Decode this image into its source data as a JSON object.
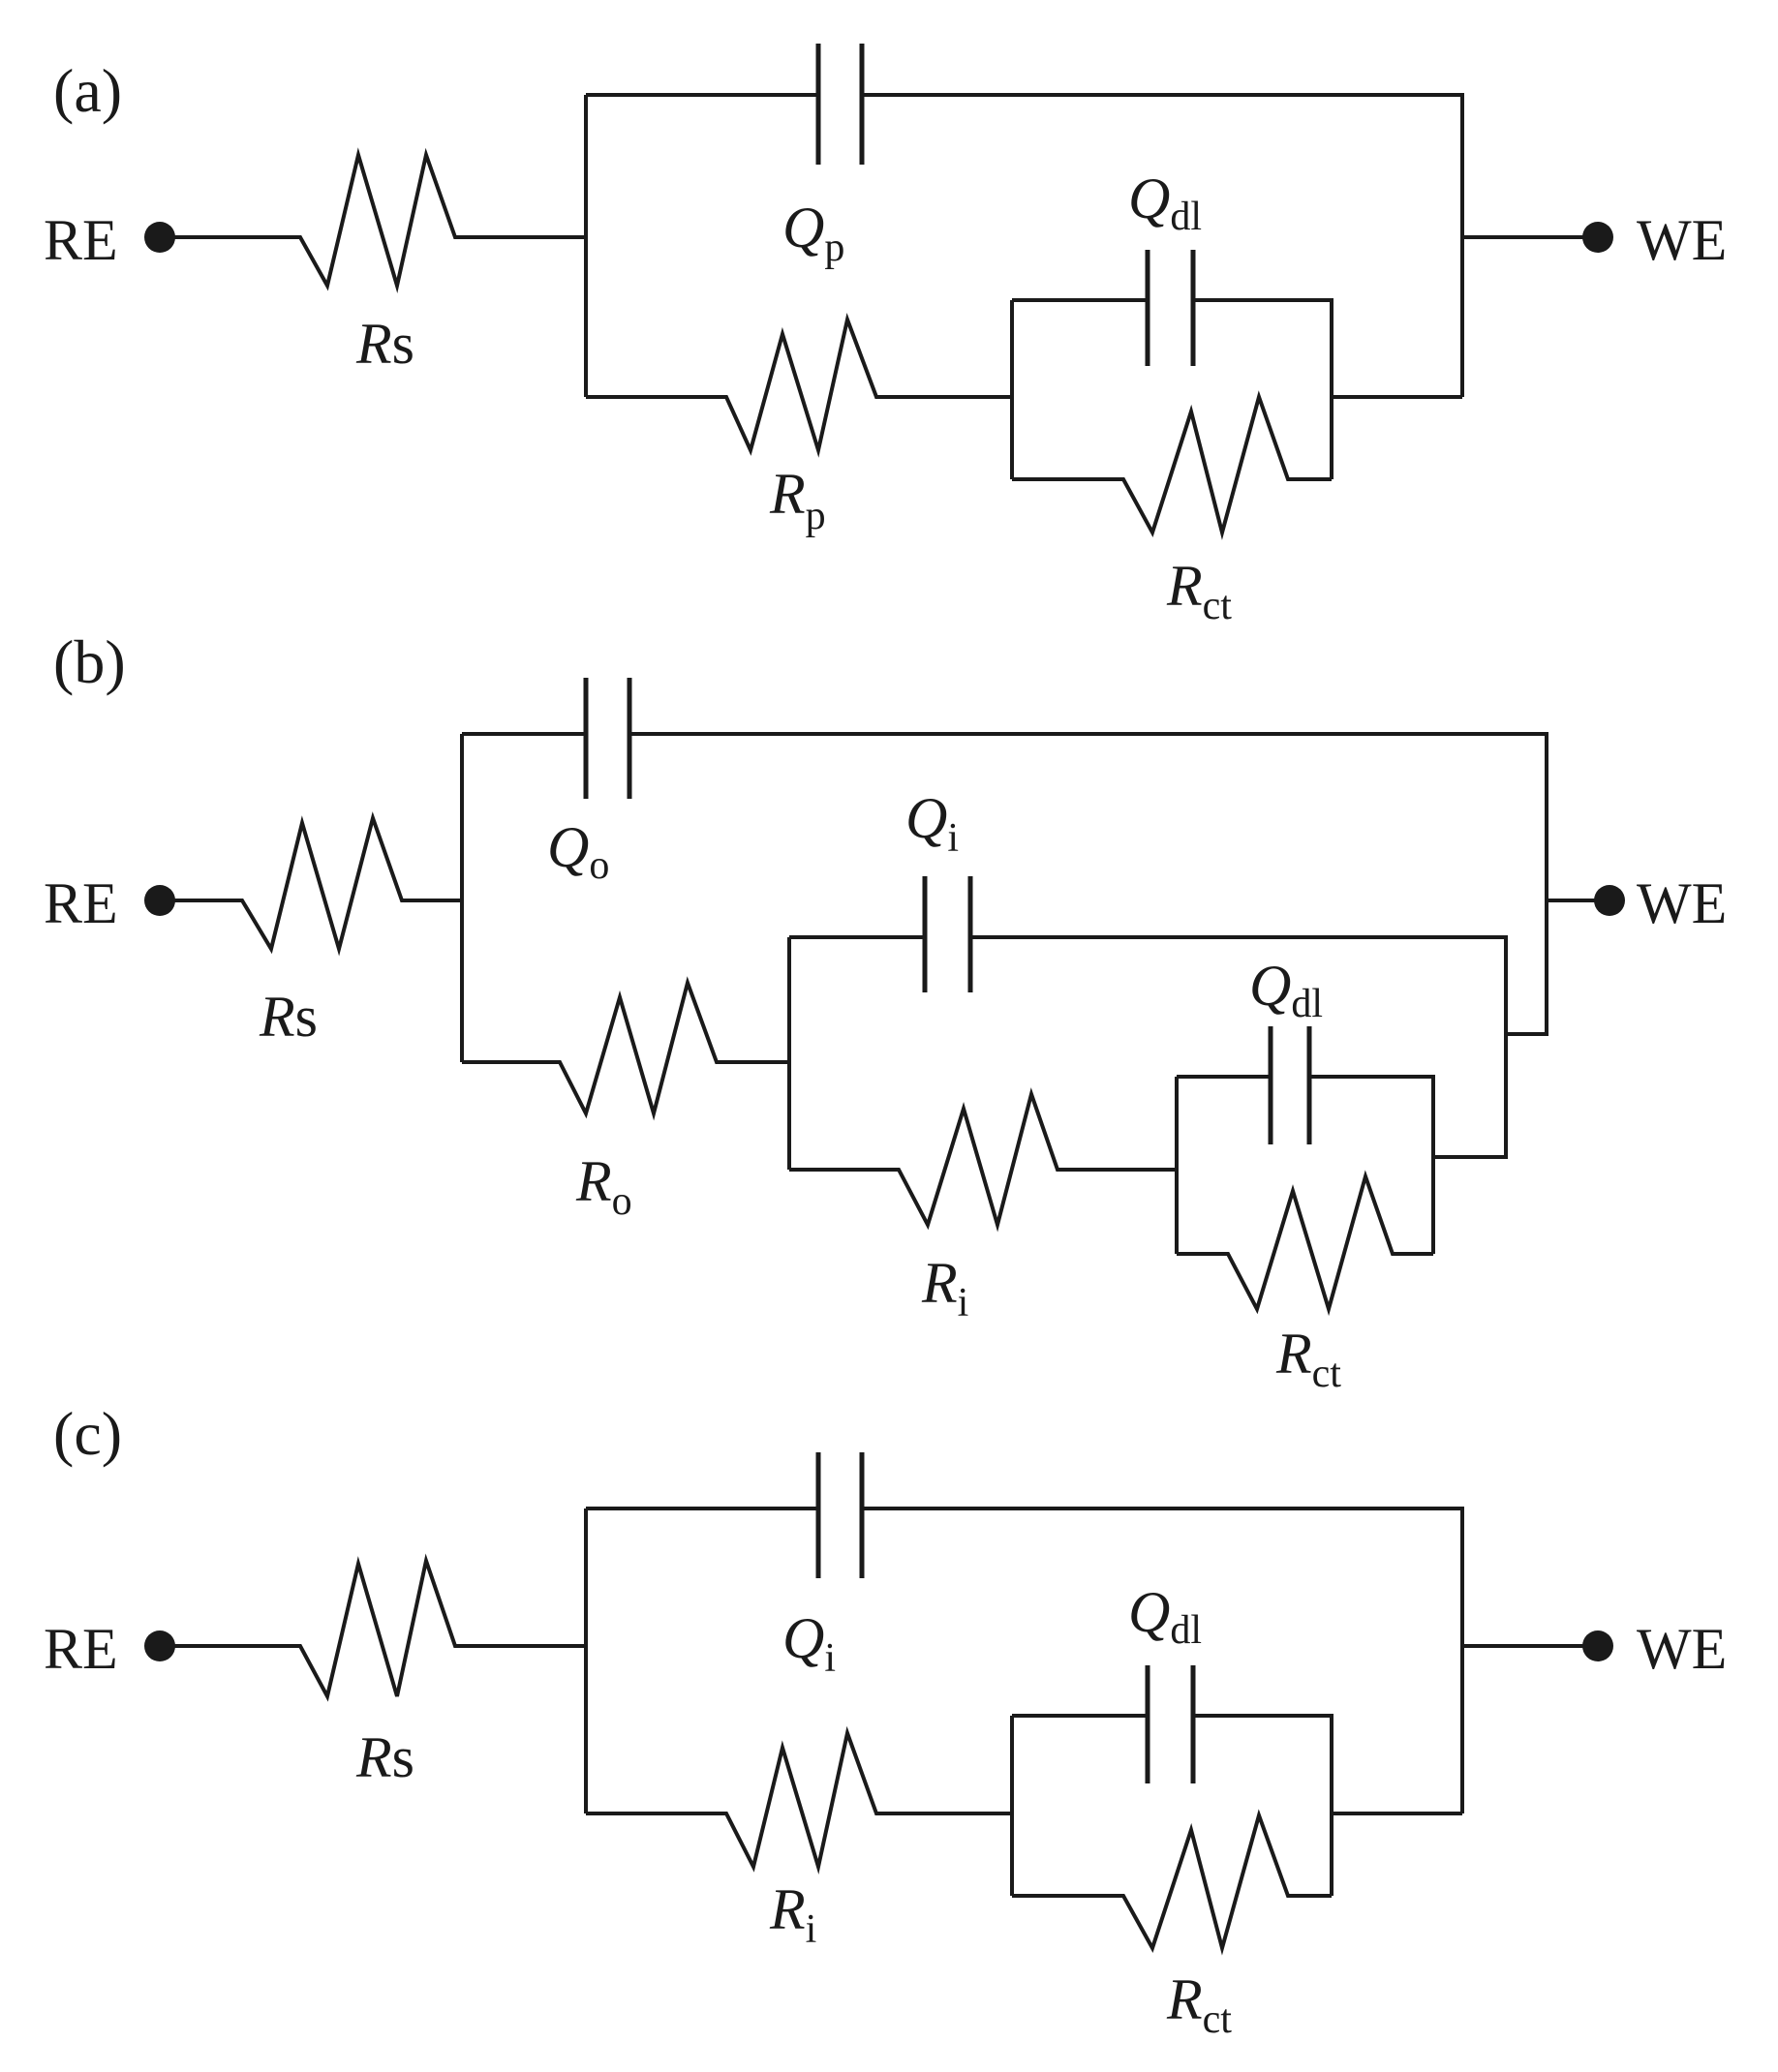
{
  "colors": {
    "line": "#1a1a1a",
    "background": "#ffffff"
  },
  "terminals": {
    "left": "RE",
    "right": "WE"
  },
  "panels": [
    {
      "id": "a",
      "label": "(a)",
      "elements": {
        "rs": {
          "main": "R",
          "suffix": "s"
        },
        "qp": {
          "main": "Q",
          "sub": "p"
        },
        "qdl": {
          "main": "Q",
          "sub": "dl"
        },
        "rp": {
          "main": "R",
          "sub": "p"
        },
        "rct": {
          "main": "R",
          "sub": "ct"
        }
      }
    },
    {
      "id": "b",
      "label": "(b)",
      "elements": {
        "rs": {
          "main": "R",
          "suffix": "s"
        },
        "qo": {
          "main": "Q",
          "sub": "o"
        },
        "qi": {
          "main": "Q",
          "sub": "i"
        },
        "qdl": {
          "main": "Q",
          "sub": "dl"
        },
        "ro": {
          "main": "R",
          "sub": "o"
        },
        "ri": {
          "main": "R",
          "sub": "i"
        },
        "rct": {
          "main": "R",
          "sub": "ct"
        }
      }
    },
    {
      "id": "c",
      "label": "(c)",
      "elements": {
        "rs": {
          "main": "R",
          "suffix": "s"
        },
        "qi": {
          "main": "Q",
          "sub": "i"
        },
        "qdl": {
          "main": "Q",
          "sub": "dl"
        },
        "ri": {
          "main": "R",
          "sub": "i"
        },
        "rct": {
          "main": "R",
          "sub": "ct"
        }
      }
    }
  ]
}
